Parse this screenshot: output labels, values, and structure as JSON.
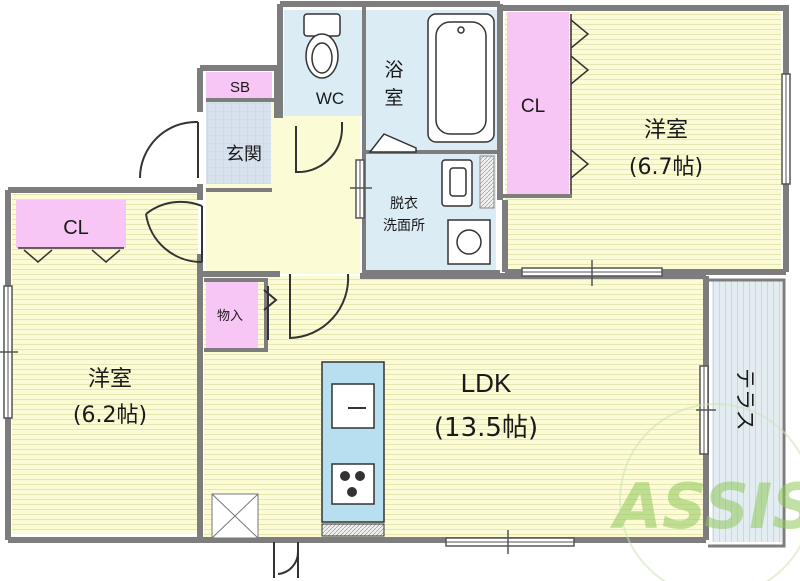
{
  "rooms": {
    "western_right": {
      "name": "洋室",
      "size": "(6.7帖)"
    },
    "western_left": {
      "name": "洋室",
      "size": "(6.2帖)"
    },
    "ldk": {
      "name": "LDK",
      "size": "(13.5帖)"
    },
    "entrance": {
      "name": "玄関"
    },
    "wc": {
      "name": "WC"
    },
    "bath": {
      "name_top": "浴",
      "name_bottom": "室"
    },
    "washroom": {
      "name_top": "脱衣",
      "name_bottom": "洗面所"
    },
    "closet_right": {
      "name": "CL"
    },
    "closet_left": {
      "name": "CL"
    },
    "shoe_box": {
      "name": "SB"
    },
    "storage": {
      "name": "物入"
    },
    "terrace": {
      "name": "テラス"
    }
  },
  "watermark": {
    "text": "ASSIST"
  },
  "colors": {
    "wall": "#7d7d7d",
    "room_fill": "#fbfbd6",
    "floor_lines": "#e7e6b2",
    "closet": "#f8c6f4",
    "wet_area": "#dcecf4",
    "entrance_tile": "#d7e2ee",
    "terrace": "#e2ebf0",
    "counter_blue": "#b7dff0",
    "watermark": "#8fc85a"
  }
}
